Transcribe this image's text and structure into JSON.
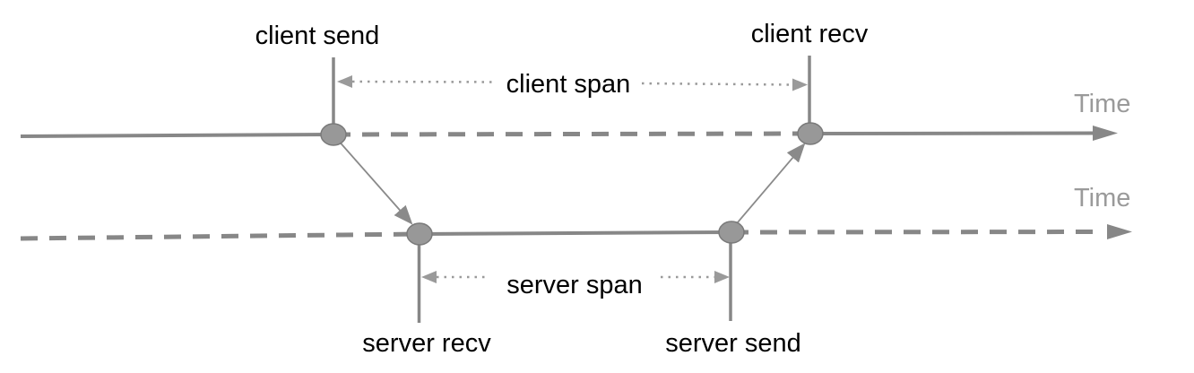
{
  "diagram": {
    "type": "rpc-span-timing-diagram",
    "client_timeline": {
      "time_label": "Time",
      "send_label": "client send",
      "recv_label": "client recv",
      "span_label": "client span"
    },
    "server_timeline": {
      "time_label": "Time",
      "recv_label": "server recv",
      "send_label": "server send",
      "span_label": "server span"
    },
    "colors": {
      "timeline_gray": "#878787",
      "dot_fill_gray": "#989898",
      "dot_stroke_gray": "#7a7a7a",
      "dotted_arrow_gray": "#9a9a9a",
      "time_label_gray": "#9a9a9a",
      "event_label_black": "#000000",
      "background": "#ffffff"
    }
  }
}
